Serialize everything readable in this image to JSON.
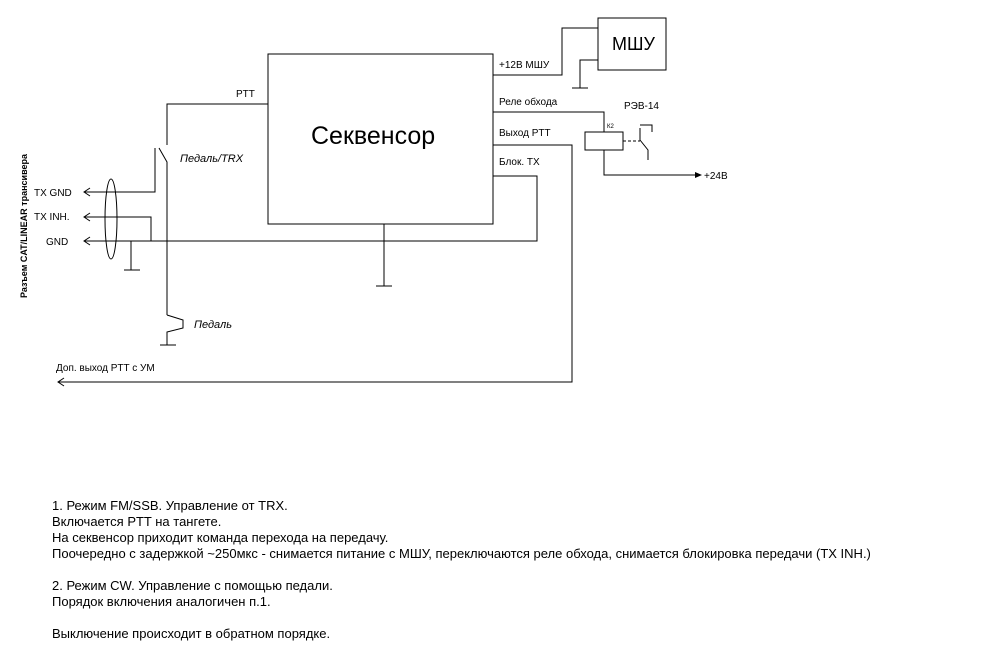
{
  "diagram": {
    "sequencer_label": "Секвенсор",
    "lna_label": "МШУ",
    "relay_type_label": "РЭВ-14",
    "relay_ref_label": "К2",
    "outputs": {
      "lna_power": "+12В МШУ",
      "bypass_relay": "Реле обхода",
      "ptt_out": "Выход PTT",
      "tx_block": "Блок. ТХ"
    },
    "ptt_in_label": "PTT",
    "supply_label": "+24В",
    "pedal_trx_label": "Педаль/TRX",
    "pedal_label": "Педаль",
    "connector_pins": [
      "TX GND",
      "TX INH.",
      "GND"
    ],
    "connector_title": "Разъем CAT/LINEAR трансивера",
    "aux_output_label": "Доп. выход PTT с УМ"
  },
  "notes": [
    "1. Режим FM/SSB. Управление от TRX.",
    "Включается PTT на тангете.",
    "На секвенсор приходит команда перехода на передачу.",
    "Поочередно с задержкой ~250мкс - снимается питание с МШУ, переключаются реле обхода, снимается блокировка передачи (TX INH.)",
    "",
    "2. Режим CW. Управление с помощью педали.",
    "Порядок включения аналогичен п.1.",
    "",
    "Выключение происходит в обратном порядке."
  ]
}
